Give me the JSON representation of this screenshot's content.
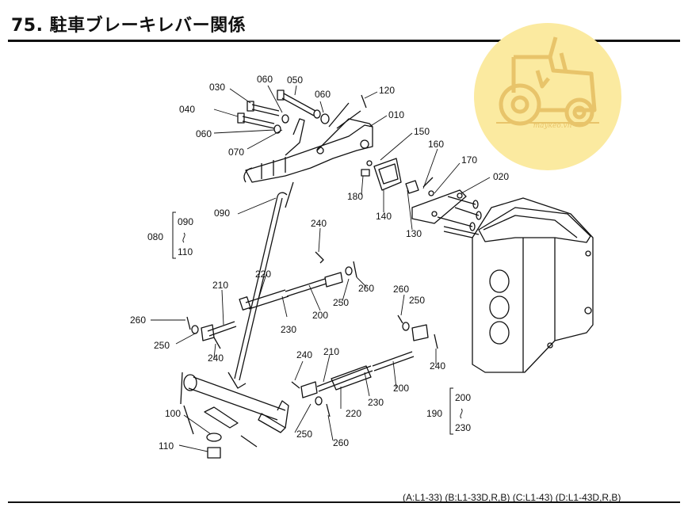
{
  "page": {
    "title": "75. 駐車ブレーキレバー関係",
    "watermark": "maykeo.vn",
    "footer": "(A:L1-33) (B:L1-33D,R,B) (C:L1-43) (D:L1-43D,R,B)"
  },
  "labels": {
    "p030": "030",
    "p060a": "060",
    "p050": "050",
    "p060b": "060",
    "p120": "120",
    "p040": "040",
    "p060c": "060",
    "p010": "010",
    "p070": "070",
    "p150": "150",
    "p160": "160",
    "p170": "170",
    "p020": "020",
    "p180": "180",
    "p140": "140",
    "p130": "130",
    "p090": "090",
    "p240a": "240",
    "p220a": "220",
    "p250a": "250",
    "p260a": "260",
    "p210a": "210",
    "p230a": "230",
    "p200a": "200",
    "p260b": "260",
    "p250b": "250",
    "p260c": "260",
    "p250c": "250",
    "p240b": "240",
    "p240c": "240",
    "p210b": "210",
    "p240d": "240",
    "p200b": "200",
    "p230b": "230",
    "p220b": "220",
    "p100": "100",
    "p250d": "250",
    "p260d": "260",
    "p110": "110"
  },
  "groups": {
    "g080": {
      "id": "080",
      "from": "090",
      "to": "110"
    },
    "g190": {
      "id": "190",
      "from": "200",
      "to": "230"
    }
  },
  "colors": {
    "logo_bg": "#fbeaa0",
    "logo_ink": "#e8c46a",
    "line": "#111111"
  }
}
